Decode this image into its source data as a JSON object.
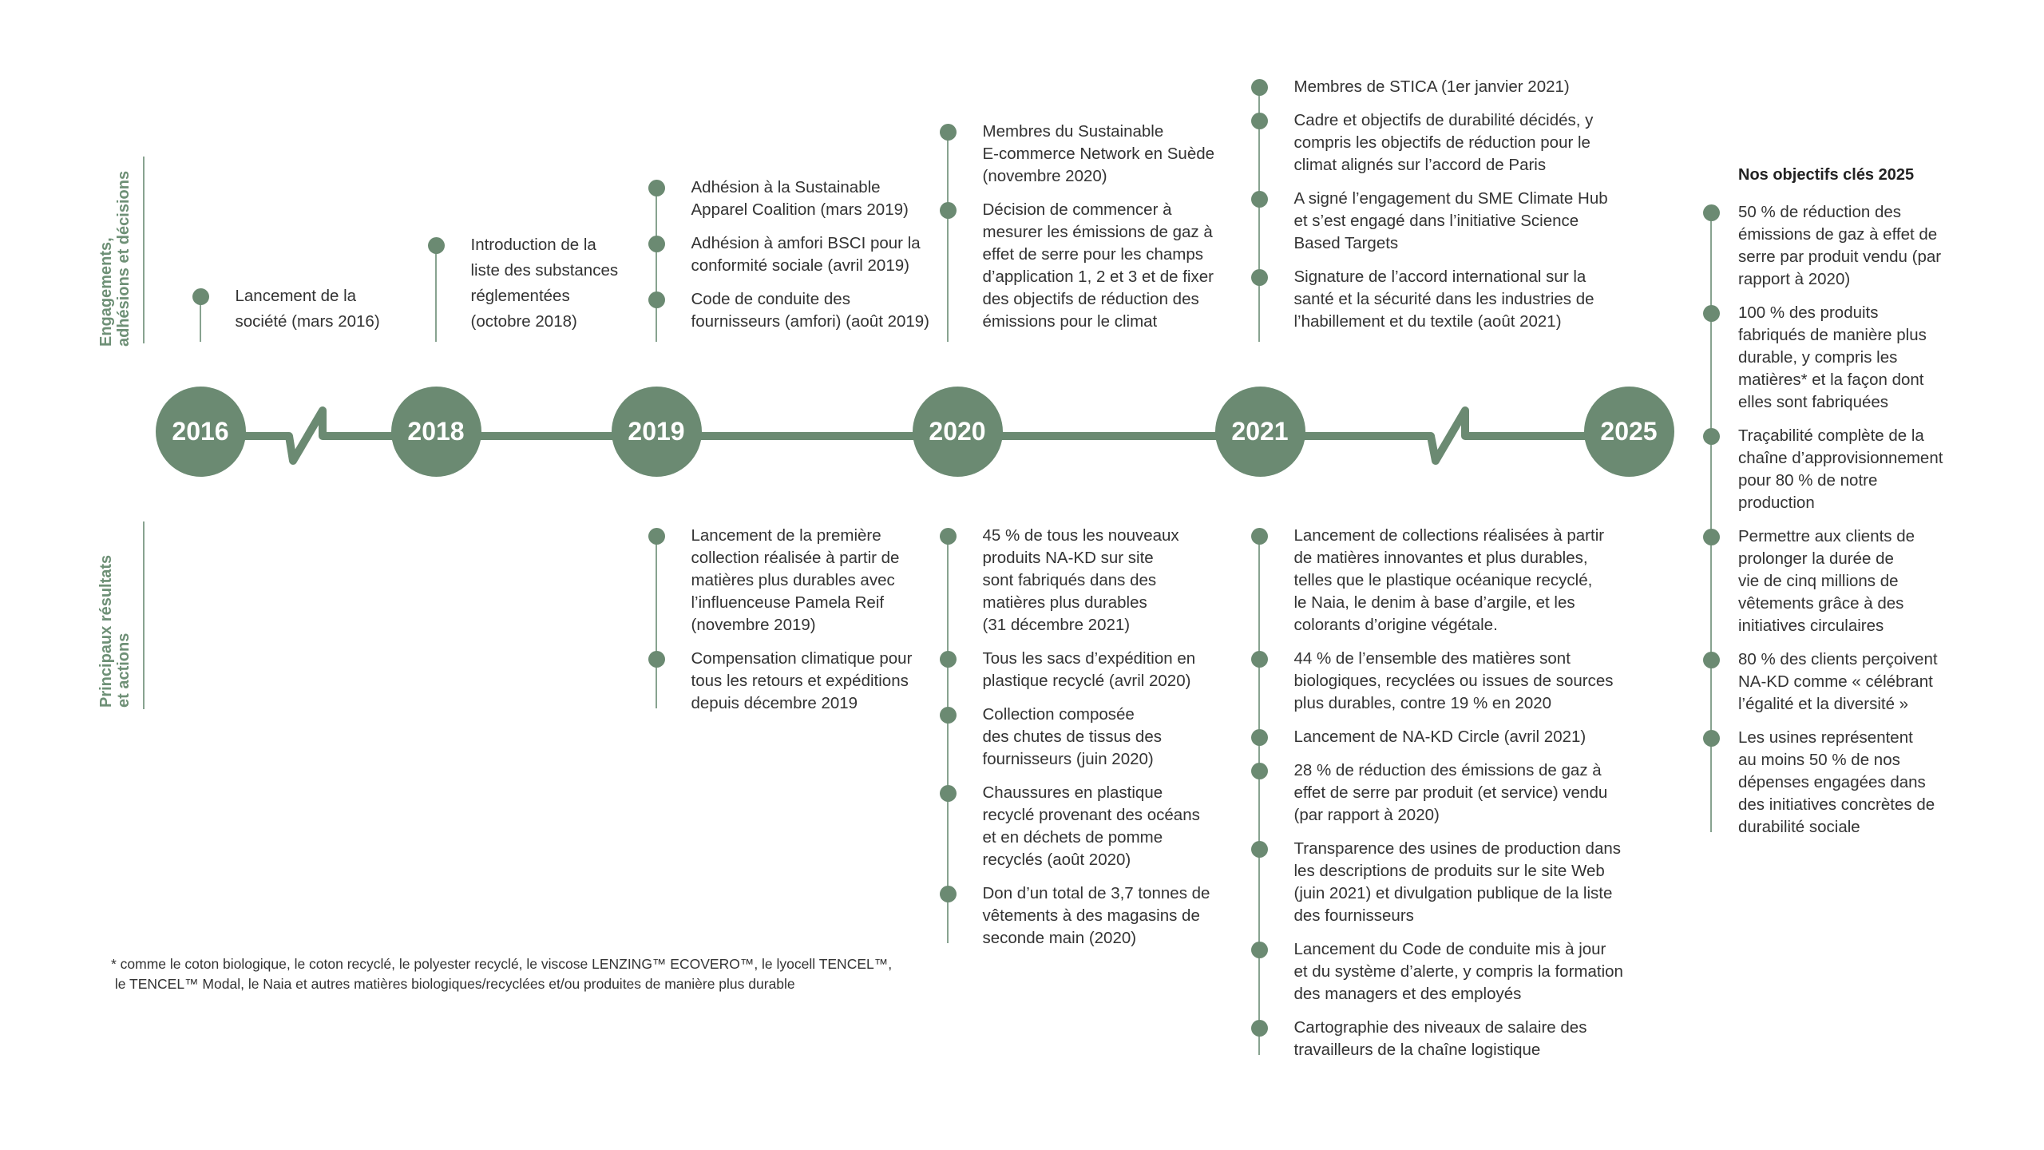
{
  "colors": {
    "accent": "#6b8a72",
    "connector": "#88a390",
    "label": "#6e9076",
    "text": "#333333",
    "year_text": "#ffffff"
  },
  "labels": {
    "top": "Engagements,\nadhésions et décisions",
    "bottom": "Principaux résultats\net actions"
  },
  "timeline": {
    "years": [
      "2016",
      "2018",
      "2019",
      "2020",
      "2021",
      "2025"
    ]
  },
  "commitments": {
    "y2016": [
      "Lancement de la\nsociété (mars 2016)"
    ],
    "y2018": [
      "Introduction de la\nliste des substances\nréglementées\n(octobre 2018)"
    ],
    "y2019": [
      "Adhésion à la Sustainable\nApparel Coalition (mars 2019)",
      "Adhésion à amfori BSCI pour la\nconformité sociale (avril 2019)",
      "Code de conduite des\nfournisseurs (amfori) (août 2019)"
    ],
    "y2020": [
      "Membres du Sustainable\nE-commerce Network en Suède\n(novembre 2020)",
      "Décision de commencer à\nmesurer les émissions de gaz à\neffet de serre pour les champs\nd’application 1, 2 et 3 et de fixer\ndes objectifs de réduction des\némissions pour le climat"
    ],
    "y2021": [
      "Membres de STICA (1er janvier 2021)",
      "Cadre et objectifs de durabilité décidés, y\ncompris les objectifs de réduction pour le\nclimat alignés sur l’accord de Paris",
      "A signé l’engagement du SME Climate Hub\net s’est engagé dans l’initiative Science\nBased Targets",
      "Signature de l’accord international sur la\nsanté et la sécurité dans les industries de\nl’habillement et du textile (août 2021)"
    ]
  },
  "results": {
    "y2019": [
      "Lancement de la première\ncollection réalisée à partir de\nmatières plus durables avec\nl’influenceuse Pamela Reif\n(novembre 2019)",
      "Compensation climatique pour\ntous les retours et expéditions\ndepuis décembre 2019"
    ],
    "y2020": [
      "45 % de tous les nouveaux\nproduits NA-KD sur site\nsont fabriqués dans des\nmatières plus durables\n(31 décembre 2021)",
      "Tous les sacs d’expédition en\nplastique recyclé (avril 2020)",
      "Collection composée\ndes chutes de tissus des\nfournisseurs (juin 2020)",
      "Chaussures en plastique\nrecyclé provenant des océans\net en déchets de pomme\nrecyclés (août 2020)",
      "Don d’un total de 3,7 tonnes de\nvêtements à des magasins de\nseconde main (2020)"
    ],
    "y2021": [
      "Lancement de collections réalisées à partir\nde matières innovantes et plus durables,\ntelles que le plastique océanique recyclé,\nle Naia, le denim à base d’argile, et les\ncolorants d’origine végétale.",
      "44 % de l’ensemble des matières sont\nbiologiques, recyclées ou issues de sources\nplus durables, contre 19 % en 2020",
      "Lancement de NA-KD Circle (avril 2021)",
      "28 % de réduction des émissions de gaz à\neffet de serre par produit (et service) vendu\n(par rapport à 2020)",
      "Transparence des usines de production dans\nles descriptions de produits sur le site Web\n(juin 2021) et divulgation publique de la liste\ndes fournisseurs",
      "Lancement du Code de conduite mis à jour\net du système d’alerte, y compris la formation\ndes managers et des employés",
      "Cartographie des niveaux de salaire des\ntravailleurs de la chaîne logistique"
    ]
  },
  "goals_2025": {
    "heading": "Nos objectifs clés 2025",
    "items": [
      "50 % de réduction des\némissions de gaz à effet de\nserre par produit vendu (par\nrapport à 2020)",
      "100 % des produits\nfabriqués de manière plus\ndurable, y compris les\nmatières* et la façon dont\nelles sont fabriquées",
      "Traçabilité complète de la\nchaîne d’approvisionnement\npour 80 % de notre\nproduction",
      "Permettre aux clients de\nprolonger la durée de\nvie de cinq millions de\nvêtements grâce à des\ninitiatives circulaires",
      "80 % des clients perçoivent\nNA-KD comme « célébrant\nl’égalité et la diversité »",
      "Les usines représentent\nau moins 50 % de nos\ndépenses engagées dans\ndes initiatives concrètes de\ndurabilité sociale"
    ]
  },
  "footnote": "* comme le coton biologique, le coton recyclé, le polyester recyclé, le viscose LENZING™ ECOVERO™, le lyocell TENCEL™,\n le TENCEL™ Modal, le Naia et autres matières biologiques/recyclées et/ou produites de manière plus durable"
}
